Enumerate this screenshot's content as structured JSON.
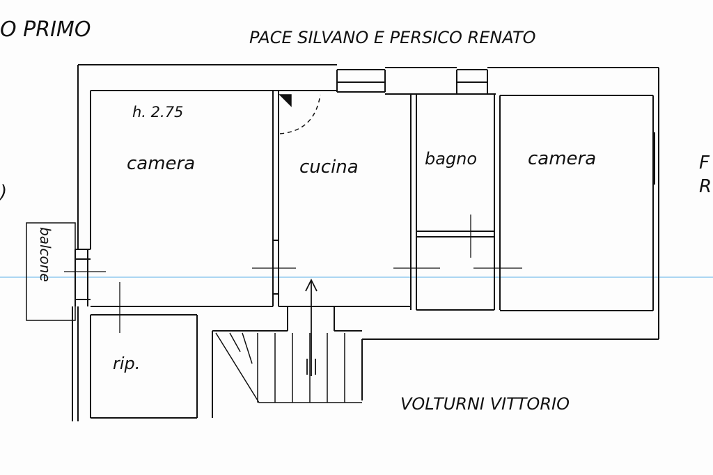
{
  "header": {
    "floor_label": "O PRIMO",
    "neighbor_top": "PACE SILVANO E PERSICO RENATO",
    "neighbor_bottom": "VOLTURNI VITTORIO",
    "right_edge_fragment_1": "F",
    "right_edge_fragment_2": "R",
    "left_edge_fragment": ")"
  },
  "rooms": {
    "camera_left": "camera",
    "height_note": "h. 2.75",
    "cucina": "cucina",
    "bagno": "bagno",
    "camera_right": "camera",
    "balcone": "balcone",
    "rip": "rip."
  },
  "colors": {
    "ink": "#111111",
    "scan_line": "#5ab0e6"
  }
}
